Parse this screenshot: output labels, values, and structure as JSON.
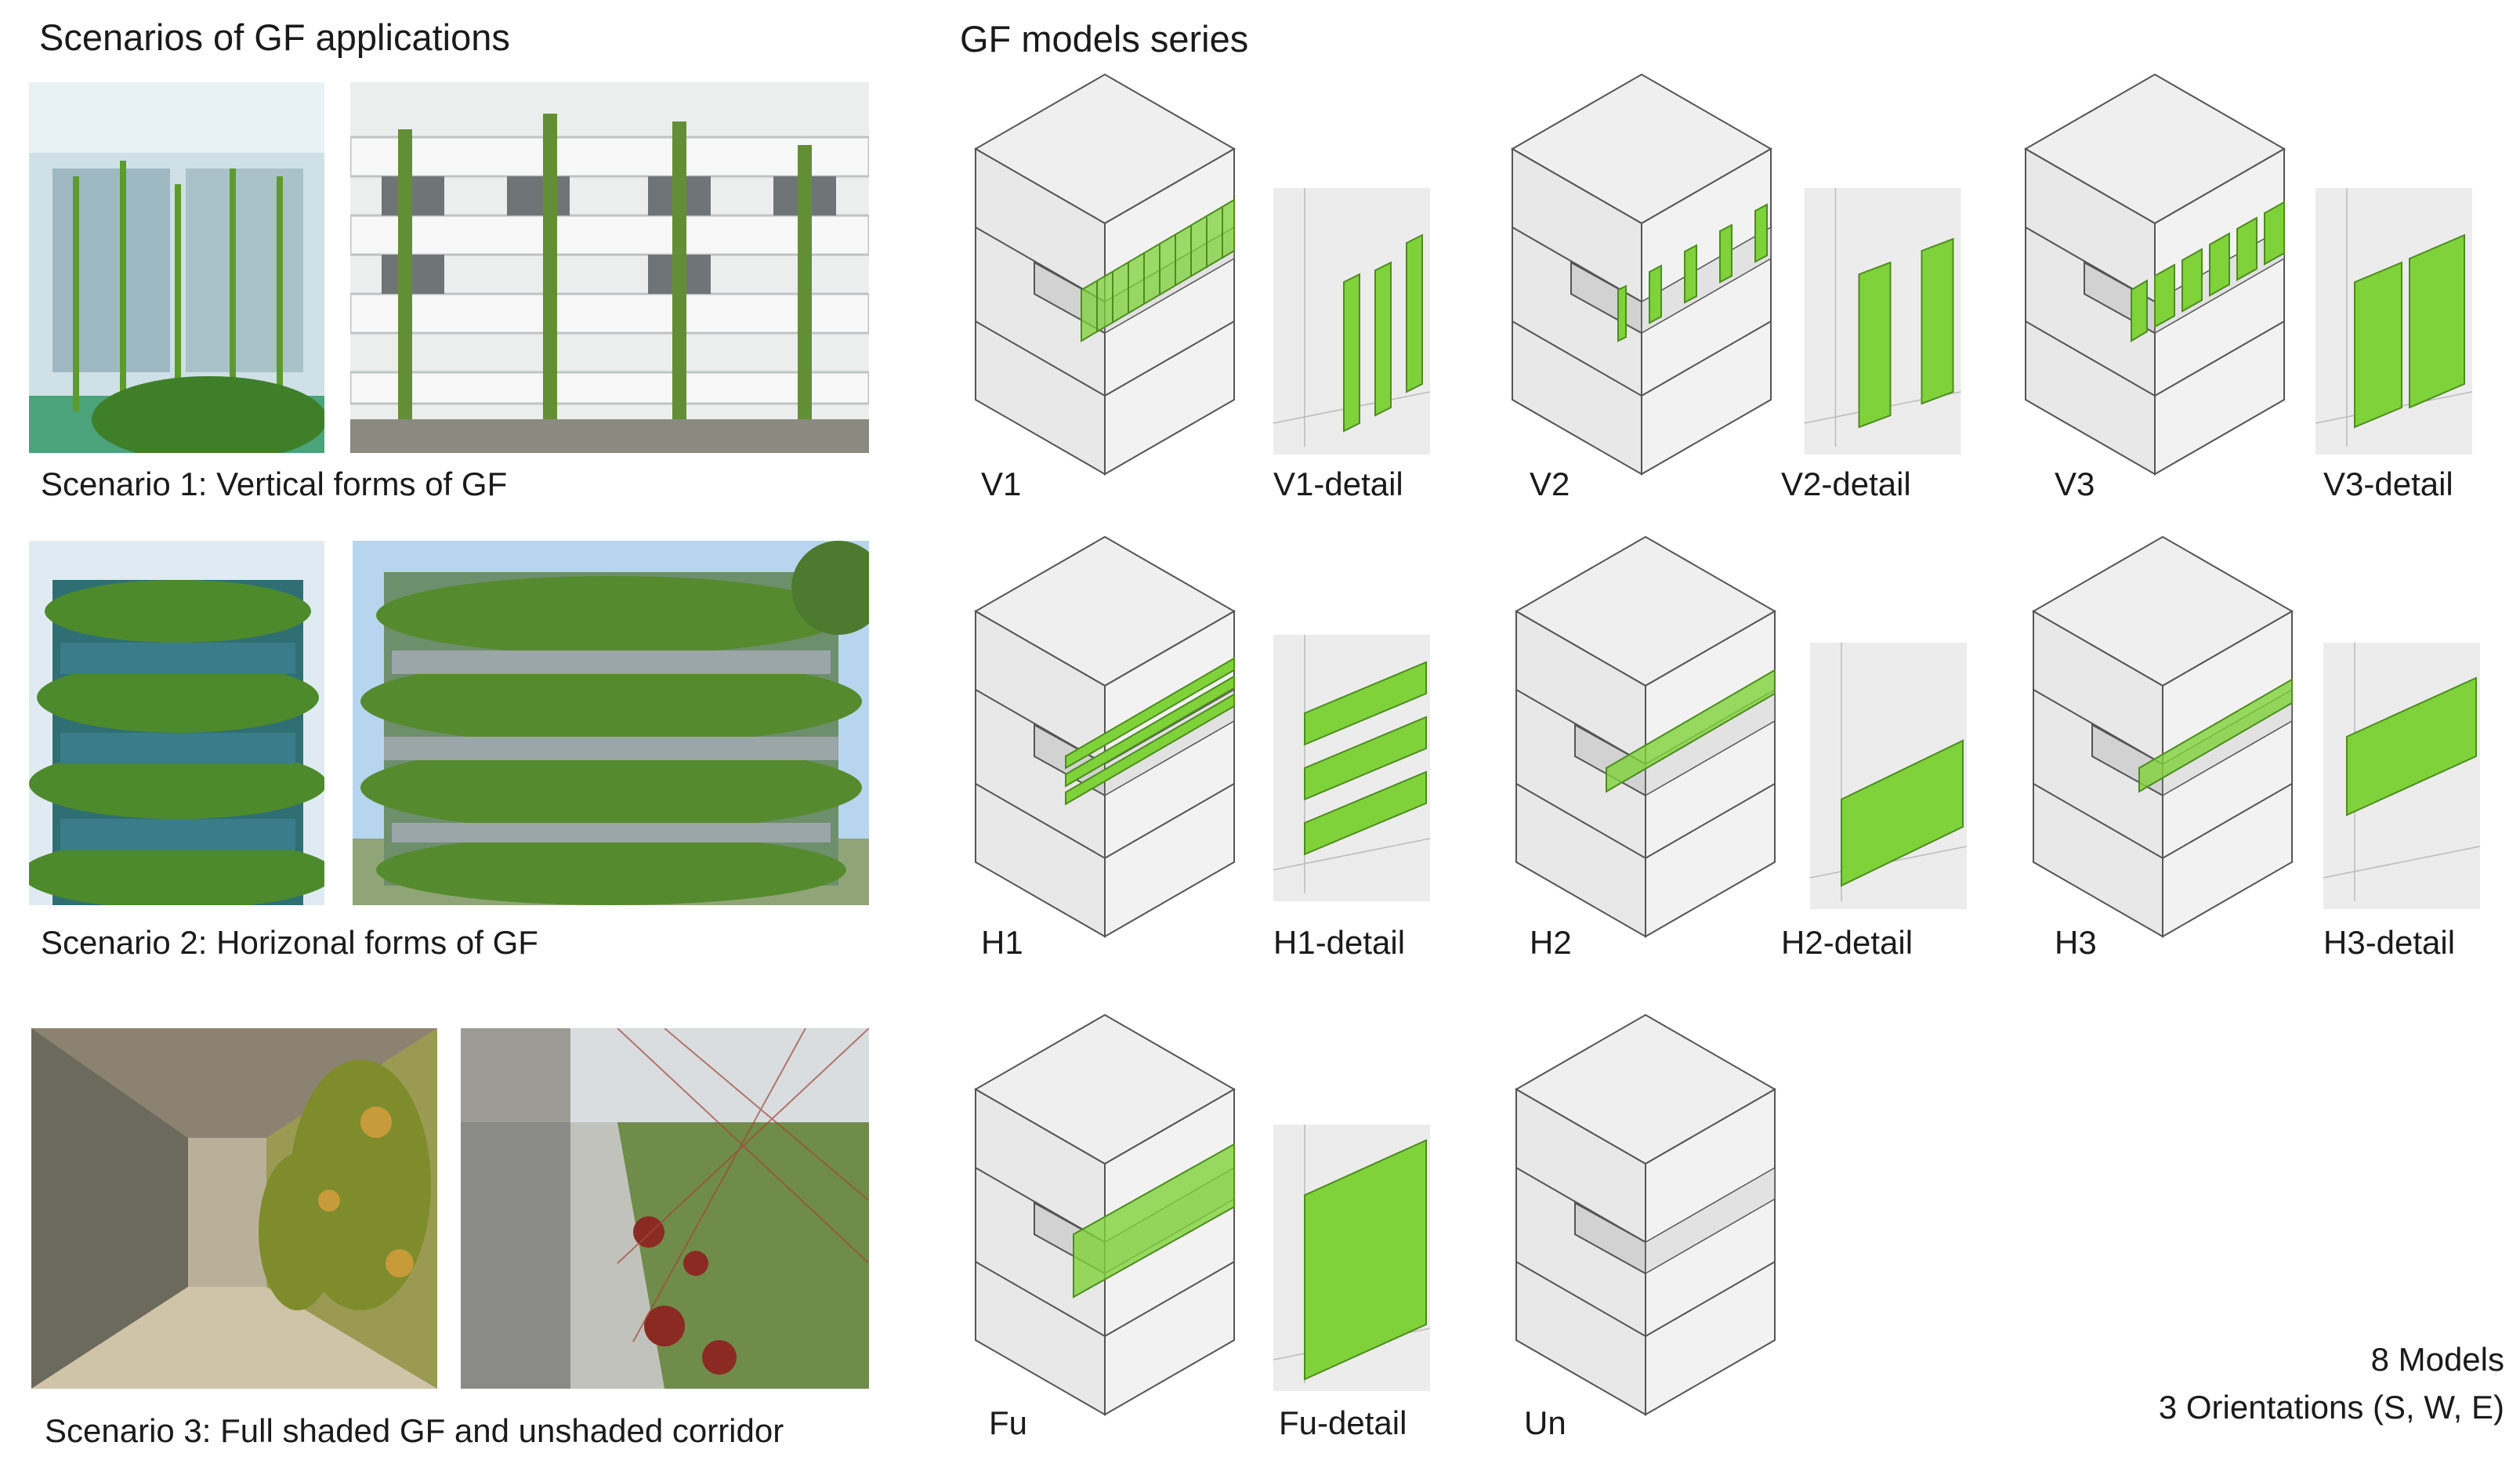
{
  "headings": {
    "scenarios": "Scenarios of GF applications",
    "models": "GF models series"
  },
  "scenarios": [
    {
      "caption": "Scenario 1: Vertical forms of GF"
    },
    {
      "caption": "Scenario 2: Horizonal forms of GF"
    },
    {
      "caption": "Scenario 3: Full shaded GF and unshaded corridor"
    }
  ],
  "models": {
    "v1": "V1",
    "v1_detail": "V1-detail",
    "v2": "V2",
    "v2_detail": "V2-detail",
    "v3": "V3",
    "v3_detail": "V3-detail",
    "h1": "H1",
    "h1_detail": "H1-detail",
    "h2": "H2",
    "h2_detail": "H2-detail",
    "h3": "H3",
    "h3_detail": "H3-detail",
    "fu": "Fu",
    "fu_detail": "Fu-detail",
    "un": "Un"
  },
  "summary": {
    "models_count": "8 Models",
    "orientations": "3 Orientations (S, W, E)"
  },
  "colors": {
    "green_facade": "#7fd23a",
    "block_grey": "#e6e6e6",
    "line": "#555555"
  }
}
